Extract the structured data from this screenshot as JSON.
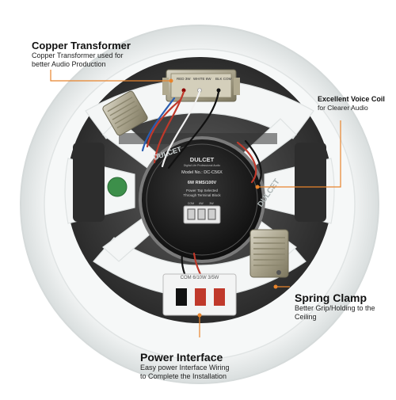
{
  "callouts": {
    "copper_transformer": {
      "title": "Copper Transformer",
      "desc_lines": [
        "Copper Transformer used for",
        "better Audio Production"
      ]
    },
    "voice_coil": {
      "title": "Excellent Voice Coil",
      "desc_lines": [
        "for Clearer Audio"
      ]
    },
    "spring_clamp": {
      "title": "Spring Clamp",
      "desc_lines": [
        "Better Grip/Holding to the",
        "Ceiling"
      ]
    },
    "power_interface": {
      "title": "Power Interface",
      "desc_lines": [
        "Easy power Interface Wiring",
        "to Complete the Installation"
      ]
    }
  },
  "speaker": {
    "brand": "DULCET",
    "brand_tagline": "Digital Life Professional Audio",
    "model": "Model No.: DC-C56X",
    "power": "6W RMS/100V",
    "tap_note_lines": [
      "Power Tap Selected",
      "Through Terminal Block"
    ],
    "tap_labels": [
      "COM",
      "6W",
      "3W"
    ],
    "terminal_labels": "COM 6/10W 3/5W",
    "transformer_labels": [
      "RED 3W",
      "WHITE 6W",
      "BLK COM"
    ],
    "rim_brand_right": "DULCET",
    "rim_brand_top": "DULCET"
  },
  "colors": {
    "callout_line": "#e8842c",
    "cone": "#3a3a3a",
    "frame": "#f2f4f4",
    "magnet": "#1b1b1b"
  }
}
